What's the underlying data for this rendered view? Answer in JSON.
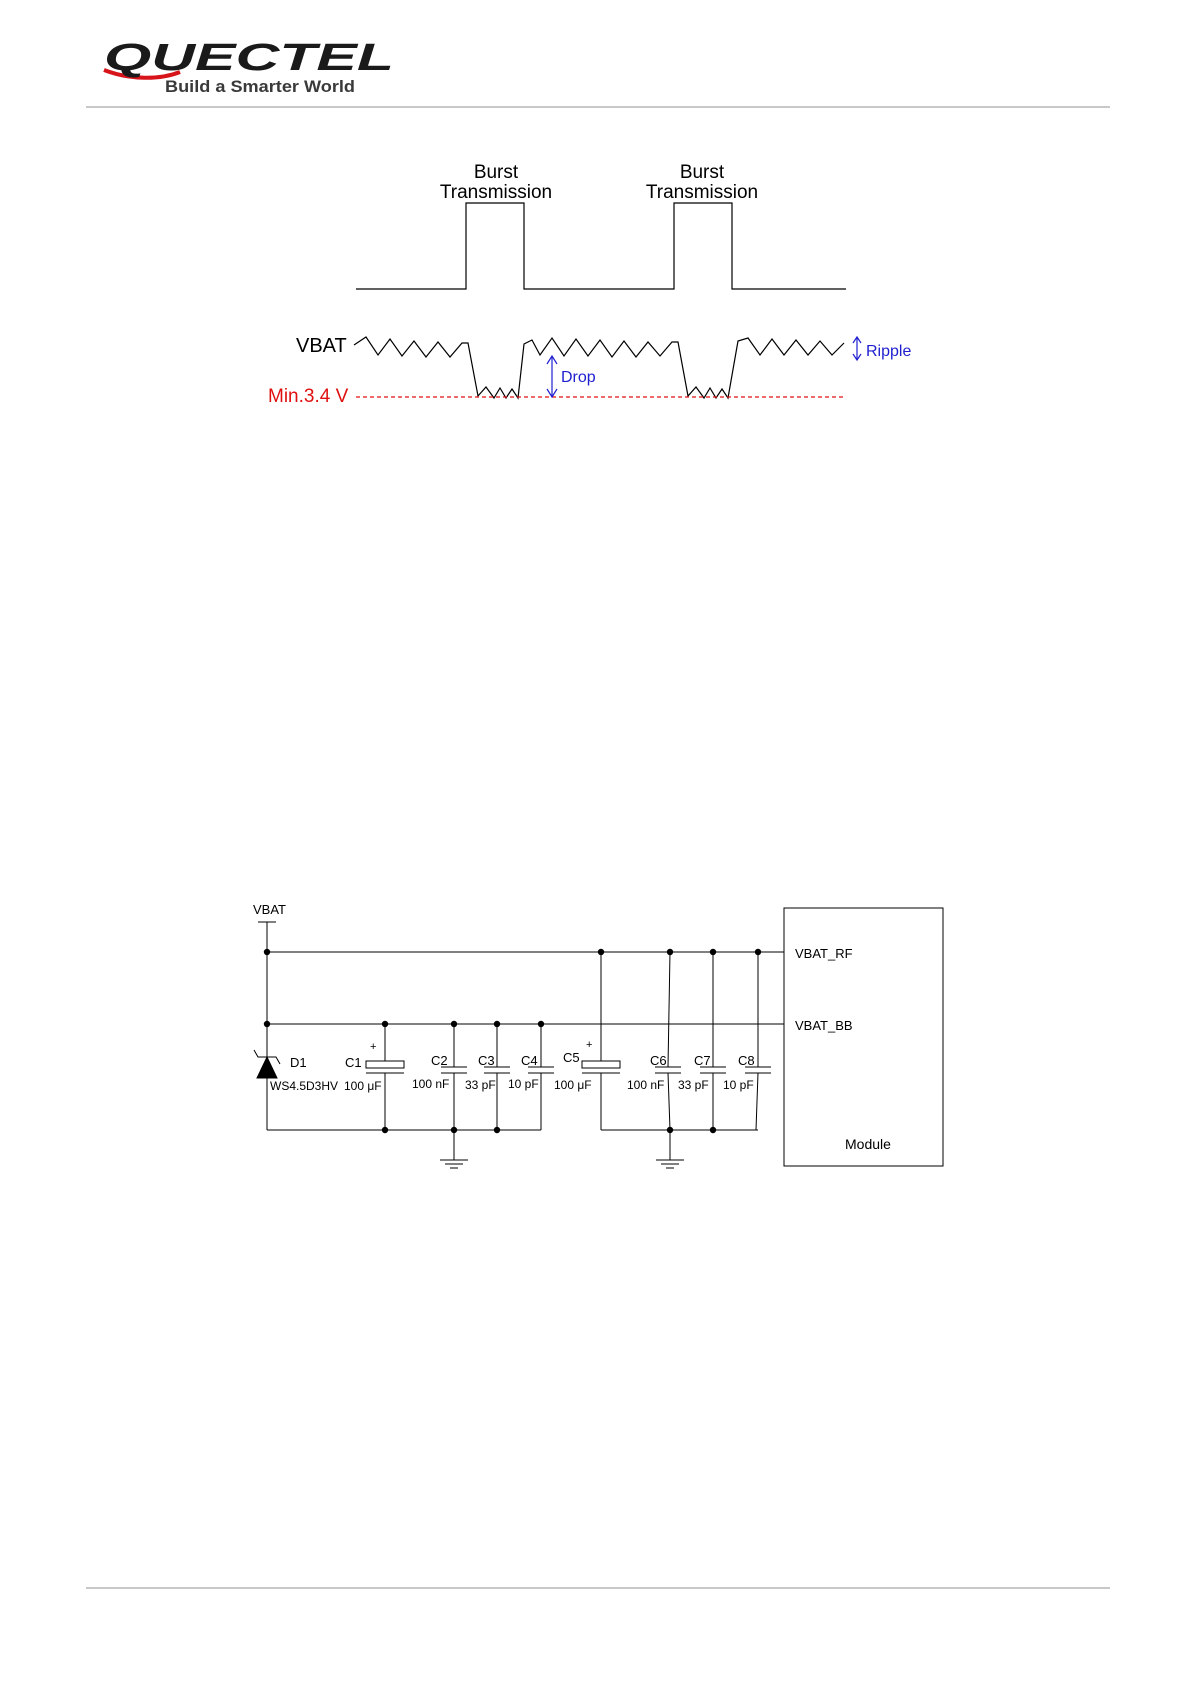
{
  "header": {
    "logo_text": "QUECTEL",
    "tagline": "Build a Smarter World"
  },
  "colors": {
    "brand": "#1a1a1a",
    "logo_red": "#d7141a",
    "annotation_blue": "#1f1fd0",
    "min_red": "#e01010",
    "rule_gray": "#c8c8c8"
  },
  "waveform": {
    "burst_1_line1": "Burst",
    "burst_1_line2": "Transmission",
    "burst_2_line1": "Burst",
    "burst_2_line2": "Transmission",
    "vbat_label": "VBAT",
    "min_label": "Min.3.4 V",
    "drop_label": "Drop",
    "ripple_label": "Ripple"
  },
  "schematic": {
    "vbat_label": "VBAT",
    "vbat_rf_label": "VBAT_RF",
    "vbat_bb_label": "VBAT_BB",
    "module_label": "Module",
    "diode_ref": "D1",
    "diode_part": "WS4.5D3HV",
    "caps": [
      {
        "ref": "C1",
        "value": "100 μF"
      },
      {
        "ref": "C2",
        "value": "100 nF"
      },
      {
        "ref": "C3",
        "value": "33 pF"
      },
      {
        "ref": "C4",
        "value": "10 pF"
      },
      {
        "ref": "C5",
        "value": "100 μF"
      },
      {
        "ref": "C6",
        "value": "100 nF"
      },
      {
        "ref": "C7",
        "value": "33 pF"
      },
      {
        "ref": "C8",
        "value": "10 pF"
      }
    ],
    "plus_sign": "+"
  }
}
